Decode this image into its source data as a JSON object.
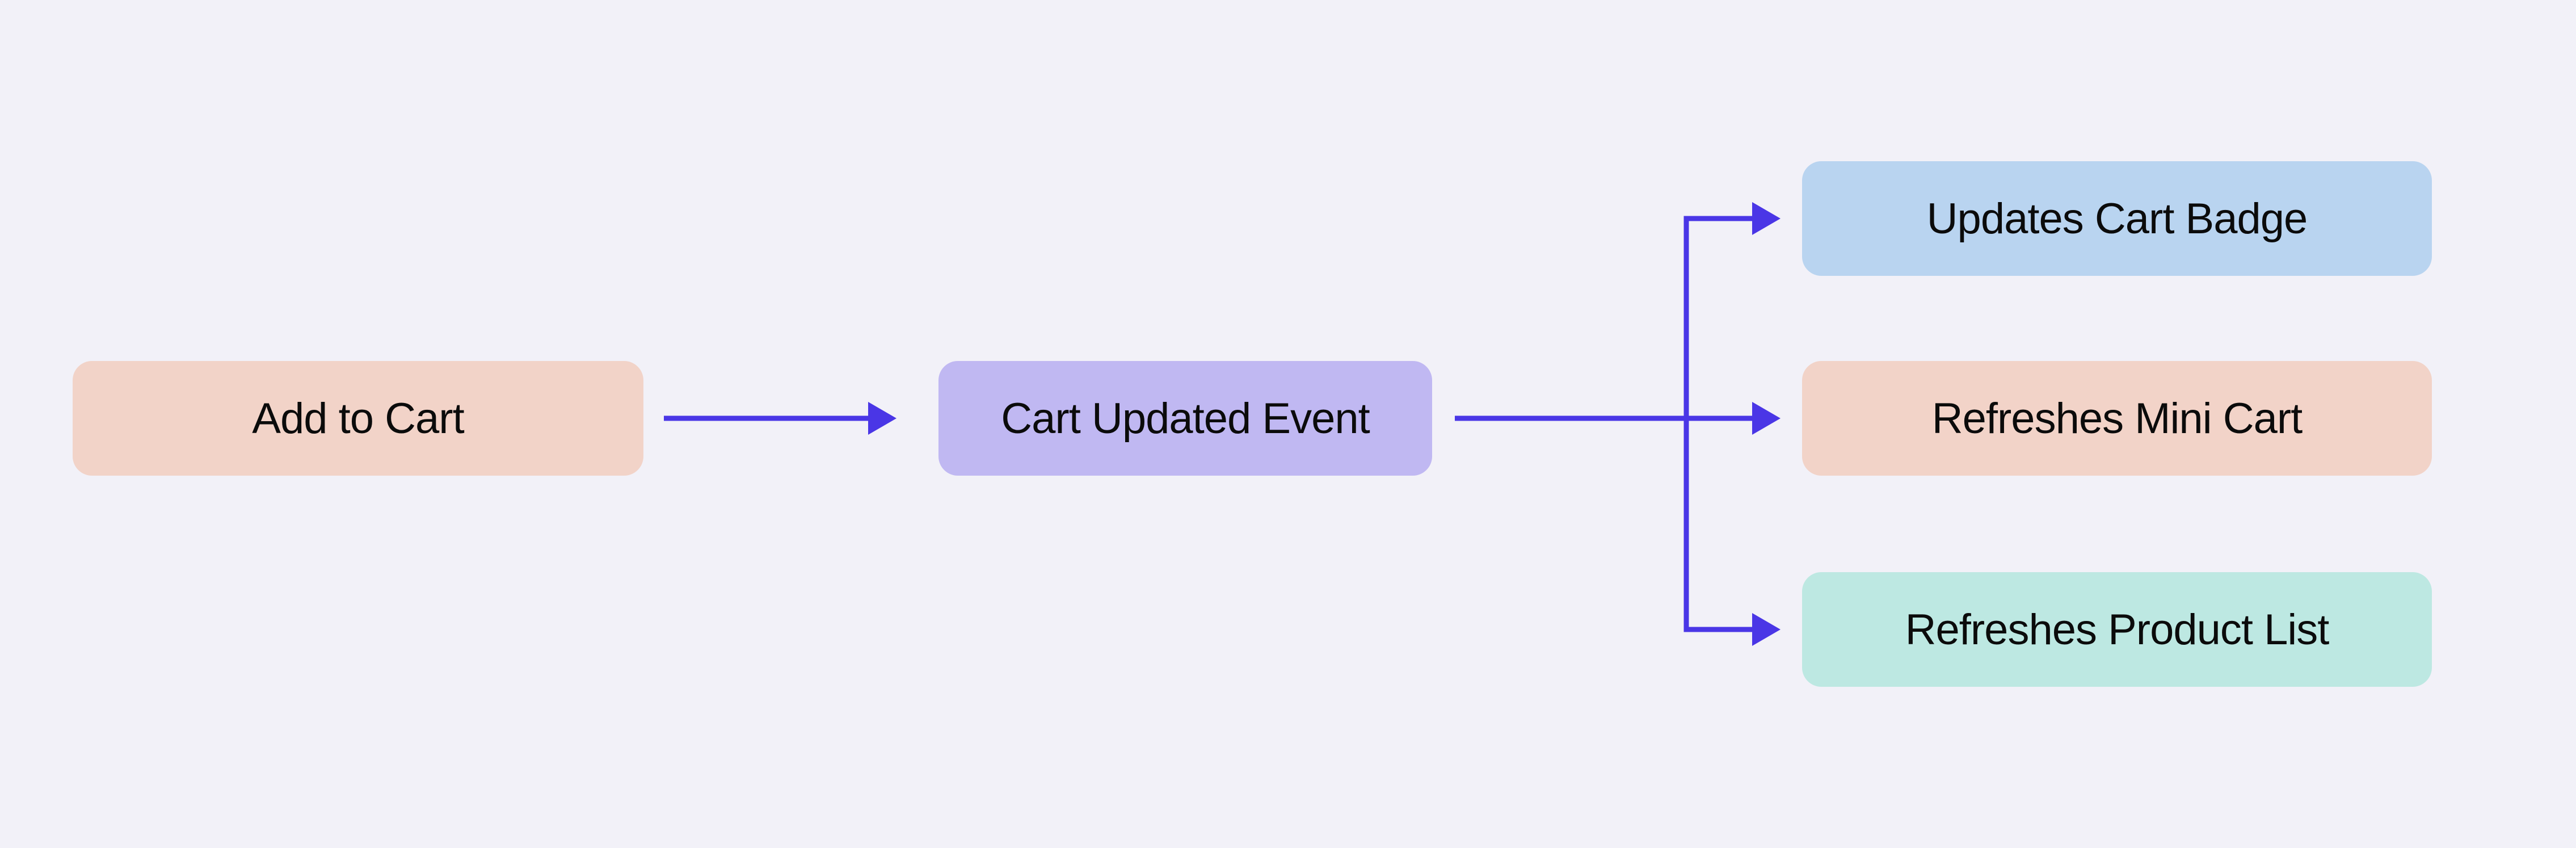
{
  "diagram": {
    "background_color": "#F2F1F8",
    "arrow_color": "#4A36E6",
    "text_color": "#0B0B0B",
    "nodes": [
      {
        "id": "add-to-cart",
        "label": "Add to Cart",
        "fill": "#F2D3C8"
      },
      {
        "id": "cart-updated-event",
        "label": "Cart Updated Event",
        "fill": "#C0B8F2"
      },
      {
        "id": "updates-cart-badge",
        "label": "Updates Cart Badge",
        "fill": "#B9D4F0"
      },
      {
        "id": "refreshes-mini-cart",
        "label": "Refreshes Mini Cart",
        "fill": "#F2D3C8"
      },
      {
        "id": "refreshes-product-list",
        "label": "Refreshes Product List",
        "fill": "#BDE8E2"
      }
    ],
    "edges": [
      {
        "from": "add-to-cart",
        "to": "cart-updated-event"
      },
      {
        "from": "cart-updated-event",
        "to": "updates-cart-badge"
      },
      {
        "from": "cart-updated-event",
        "to": "refreshes-mini-cart"
      },
      {
        "from": "cart-updated-event",
        "to": "refreshes-product-list"
      }
    ]
  }
}
